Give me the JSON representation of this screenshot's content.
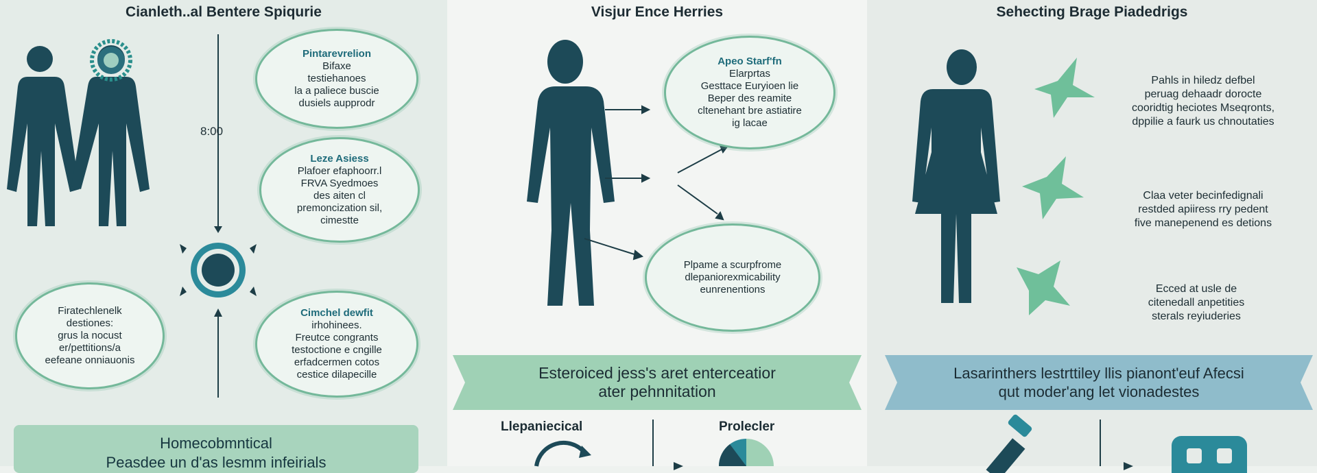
{
  "colors": {
    "teal_dark": "#1d4a58",
    "mint": "#74b89a",
    "banner_mint": "#9fd1b5",
    "banner_blue": "#8fbccb"
  },
  "panel1": {
    "title": "Cianleth..al Bentere Spiqurie",
    "time_label": "8:00",
    "bubble_top": {
      "heading": "Pintarevrelion",
      "lines": [
        "Bifaxe",
        "testiehanoes",
        "la a paliece buscie",
        "dusiels aupprodr"
      ]
    },
    "bubble_mid": {
      "heading": "Leze Asiess",
      "lines": [
        "Plafoer efaphoorr.l",
        "FRVA Syedmoes",
        "des aiten cl",
        "premoncization sil,",
        "cimestte"
      ]
    },
    "bubble_left": {
      "lines": [
        "Firatechlenelk",
        "destiones:",
        "grus la nocust",
        "er/pettitions/a",
        "eefeane onniauonis"
      ]
    },
    "bubble_bottom": {
      "heading": "Cimchel dewfit",
      "lines": [
        "irhohinees.",
        "Freutce congrants",
        "testoctione e cngille",
        "erfadcermen cotos",
        "cestice dilapecille"
      ]
    },
    "bottom_box": {
      "line1": "Homecobmntical",
      "line2": "Peasdee un d'as lesmm infeirials"
    }
  },
  "panel2": {
    "title": "Visjur Ence Herries",
    "bubble_top": {
      "heading": "Apeo Starf'fn",
      "lines": [
        "Elarprtas",
        "Gesttace Euryioen lie",
        "Beper des reamite",
        "cltenehant bre astiatire",
        "ig lacae"
      ]
    },
    "bubble_bottom": {
      "lines": [
        "Plpame a scurpfrome",
        "dlepaniorexmicability",
        "eunrenentions"
      ]
    },
    "banner": {
      "line1": "Esteroiced jess's aret enterceatior",
      "line2": "ater pehnnitation"
    },
    "bottom_left": "Llepaniecical",
    "bottom_right": "Prolecler"
  },
  "panel3": {
    "title": "Sehecting Brage Piadedrigs",
    "items": [
      {
        "lines": [
          "Pahls in hiledz defbel",
          "peruag dehaadr dorocte",
          "cooridtig heciotes Mseqronts,",
          "dppilie a faurk us chnoutaties"
        ]
      },
      {
        "lines": [
          "Claa veter becinfedignali",
          "restded apiiress rry pedent",
          "five manepenend es detions"
        ]
      },
      {
        "lines": [
          "Ecced at usle de",
          "citenedall anpetities",
          "sterals reyiuderies"
        ]
      }
    ],
    "banner": {
      "line1": "Lasarinthers lestrttiley llis pianont'euf Afecsi",
      "line2": "qut moder'ang let vionadestes"
    }
  }
}
